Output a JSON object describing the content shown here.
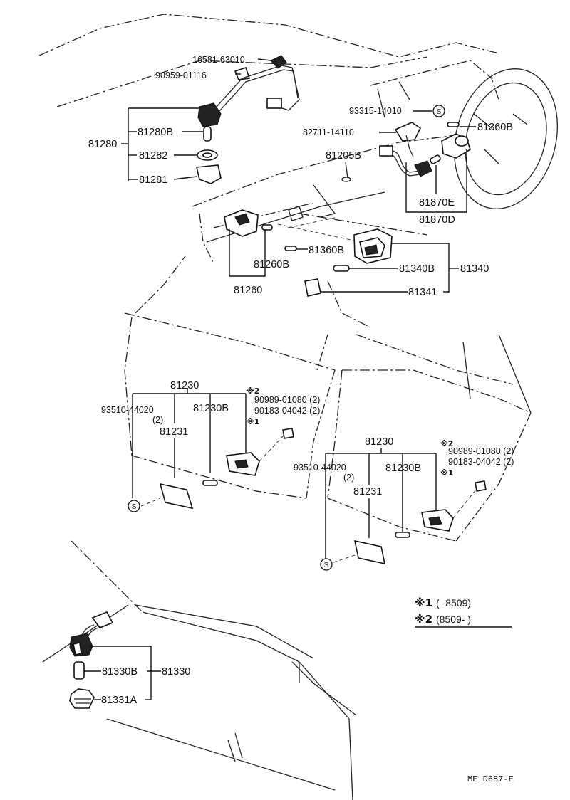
{
  "diagram": {
    "labels": {
      "p16581": "16581-63010",
      "p90959": "90959-01116",
      "p81280": "81280",
      "p81280b": "81280B",
      "p81282": "81282",
      "p81281": "81281",
      "p93315": "93315-14010",
      "p82711": "82711-14110",
      "p81360b_top": "81360B",
      "p81205b": "81205B",
      "p81870e": "81870E",
      "p81870d": "81870D",
      "p81360b_mid": "81360B",
      "p81260b": "81260B",
      "p81260": "81260",
      "p81340b": "81340B",
      "p81340": "81340",
      "p81341": "81341",
      "l_81230": "81230",
      "l_93510": "93510-44020",
      "l_93510_qty": "(2)",
      "l_81230b": "81230B",
      "l_81231": "81231",
      "l_90989": "90989-01080 (2)",
      "l_90183": "90183-04042 (2)",
      "r_81230": "81230",
      "r_93510": "93510-44020",
      "r_93510_qty": "(2)",
      "r_81230b": "81230B",
      "r_81231": "81231",
      "r_90989": "90989-01080 (2)",
      "r_90183": "90183-04042 (2)",
      "p81330b": "81330B",
      "p81330": "81330",
      "p81331a": "81331A"
    },
    "symbols": {
      "s": "S",
      "note_mark": "※",
      "mark_1": "1",
      "mark_2": "2"
    },
    "notes": [
      {
        "mark": "※1",
        "text": "(     -8509)"
      },
      {
        "mark": "※2",
        "text": "(8509-       )"
      }
    ],
    "reference": "ME  D687-E"
  }
}
